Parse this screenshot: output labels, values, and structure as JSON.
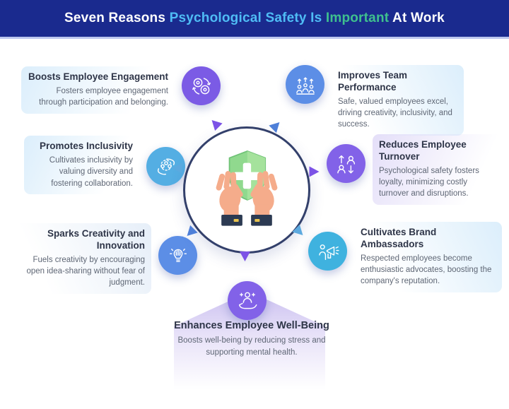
{
  "header": {
    "bg_color": "#1A2A8E",
    "title_segments": [
      {
        "text": "Seven Reasons ",
        "color": "#FFFFFF"
      },
      {
        "text": "Psychological Safety Is ",
        "color": "#4FBCF5"
      },
      {
        "text": "Important",
        "color": "#3EC08E"
      },
      {
        "text": " At Work",
        "color": "#FFFFFF"
      }
    ]
  },
  "center": {
    "icon": "hands-holding-shield-icon",
    "circle_border_color": "#33406B",
    "shield_color": "#90D98E",
    "hand_color": "#F5AC8B",
    "arrow_colors": {
      "purple": "#7C52E6",
      "blue": "#4E7FD8",
      "sky": "#5CA9DF"
    }
  },
  "items": [
    {
      "position": "top-left",
      "title": "Boosts Employee Engagement",
      "body": "Fosters employee engagement through participation and belonging.",
      "icon": "engagement-gears-icon",
      "icon_bg": "#7B5BE5"
    },
    {
      "position": "top-right",
      "title": "Improves Team Performance",
      "body": "Safe, valued employees excel, driving creativity, inclusivity, and success.",
      "icon": "team-growth-icon",
      "icon_bg": "#5C8EE6"
    },
    {
      "position": "mid-left",
      "title": "Promotes Inclusivity",
      "body": "Cultivates inclusivity by valuing diversity and fostering collaboration.",
      "icon": "hands-community-icon",
      "icon_bg": "#54AEE3"
    },
    {
      "position": "mid-right",
      "title": "Reduces Employee Turnover",
      "body": "Psychological safety fosters loyalty, minimizing costly turnover and disruptions.",
      "icon": "turnover-arrows-icon",
      "icon_bg": "#8262E8"
    },
    {
      "position": "bottom-left",
      "title": "Sparks Creativity and Innovation",
      "body": "Fuels creativity by encouraging open idea-sharing without fear of judgment.",
      "icon": "lightbulb-idea-icon",
      "icon_bg": "#5C8EE6"
    },
    {
      "position": "bottom-right",
      "title": "Cultivates Brand Ambassadors",
      "body": "Respected employees become enthusiastic advocates, boosting the company's reputation.",
      "icon": "megaphone-person-icon",
      "icon_bg": "#3FB2DF"
    },
    {
      "position": "bottom-center",
      "title": "Enhances Employee Well-Being",
      "body": "Boosts well-being by reducing stress and supporting mental health.",
      "icon": "care-person-icon",
      "icon_bg": "#7E5CE5"
    }
  ]
}
